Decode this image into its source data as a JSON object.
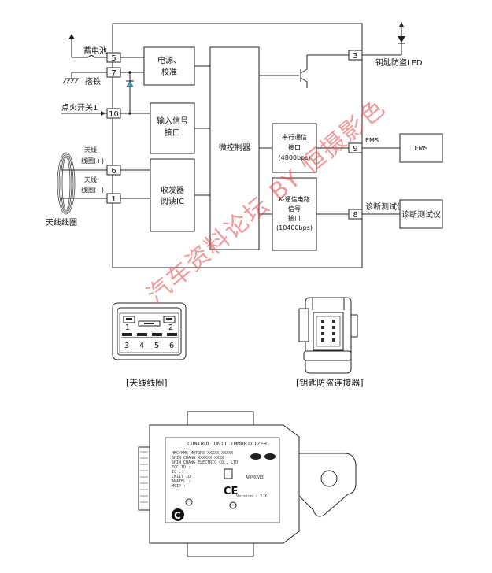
{
  "diagram": {
    "modules": {
      "power": [
        "电源、",
        "校准"
      ],
      "input": [
        "输入信号",
        "接口"
      ],
      "micro": "微控制器",
      "transceiver": [
        "收发器",
        "阅读IC"
      ],
      "serial": [
        "串行通信",
        "接口",
        "(4800bps)"
      ],
      "kline": [
        "K-通信电路",
        "信号",
        "接口",
        "(10400bps)"
      ]
    },
    "pins": {
      "p5": "5",
      "p7": "7",
      "p10": "10",
      "p6": "6",
      "p1": "1",
      "p3": "3",
      "p9": "9",
      "p8": "8"
    },
    "labels": {
      "battery": "蓄电池",
      "ground": "搭铁",
      "ignition": "点火开关1",
      "antenna_plus": [
        "天线",
        "线圈(+)"
      ],
      "antenna_minus": [
        "天线",
        "线圈(−)"
      ],
      "antenna_coil": "天线线圈",
      "led": "钥匙防盗LED",
      "ems_line": "EMS",
      "ems_box": "EMS",
      "diag_line": "诊断测试仪",
      "diag_box": "诊断测试仪"
    }
  },
  "connector": {
    "pins_top": [
      "1",
      "2"
    ],
    "pins_bottom": [
      "3",
      "4",
      "5",
      "6"
    ],
    "caption_left": "[天线线圈]",
    "caption_right": "[钥匙防盗连接器]"
  },
  "unit": {
    "title": "CONTROL UNIT IMMOBILIZER",
    "lines": [
      "HMC/KMC MOTORS XXXXX-XXXXX",
      "SHIN CHANG XXXXXX-XXXX",
      "SHIN CHANG ELECTRIC CO., LTD",
      "FCC ID :",
      "IC :",
      "CMIIT ID :",
      "ANATEL :",
      "MSIP :"
    ],
    "approved": "APPROVED",
    "version": "Version : X.X",
    "mark_ce": "CE",
    "mark_c": "C"
  },
  "watermark": "汽车资料论坛 BY 恒摄影色"
}
